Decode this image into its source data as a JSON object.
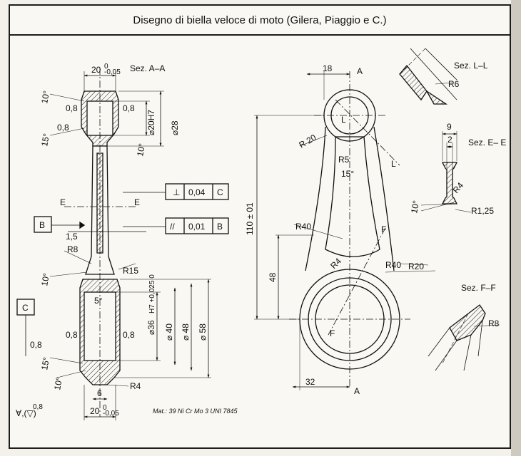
{
  "title": "Disegno di biella veloce di moto (Gilera, Piaggio e C.)",
  "material": "Mat.: 39 Ni Cr Mo 3 UNI 7845",
  "roughness_note": "∀,(▽)",
  "roughness_value": "0,8",
  "sections": {
    "aa": "Sez. A–A",
    "ll": "Sez. L–L",
    "ee": "Sez. E– E",
    "ff": "Sez. F–F"
  },
  "datums": [
    "B",
    "C"
  ],
  "tolerances": {
    "perp_symbol": "⊥",
    "perp_value": "0,04",
    "perp_ref": "C",
    "par_symbol": "//",
    "par_value": "0,01",
    "par_ref": "B"
  },
  "section_aa": {
    "top_width": "20",
    "top_width_tol": "0",
    "top_width_tol2": "-0,05",
    "bottom_width": "20",
    "bottom_width_tol": "0",
    "bottom_width_tol2": "-0,05",
    "chamfer_left": "0,8",
    "chamfer_right": "0,8",
    "chamfer_left_b": "0,8",
    "chamfer_right_b": "0,8",
    "small_bore": "⌀20H7",
    "small_outer": "⌀28",
    "big_bore": "⌀36",
    "big_bore_tol": "H7 +0,025 0",
    "big_d40": "⌀ 40",
    "big_d48": "⌀ 48",
    "big_d58": "⌀ 58",
    "angle_10a": "10°",
    "angle_15a": "15°",
    "angle_10b": "10°",
    "angle_10c": "10°",
    "angle_5": "5°",
    "angle_15b": "15°",
    "angle_10d": "10°",
    "r8": "R8",
    "r15": "R15",
    "r4": "R4",
    "dim_15": "1,5",
    "dim_6": "6",
    "sec_e": "E",
    "rough_a": "0,8",
    "rough_b": "0,8"
  },
  "front_view": {
    "dim_18": "18",
    "dim_32": "32",
    "dim_48": "48",
    "dim_110": "110 ± 01",
    "r20a": "R 20",
    "r5": "R5",
    "angle_15": "15°",
    "r40a": "R40",
    "r4": "R4",
    "r40b": "R40",
    "r20b": "R20",
    "sec_a_top": "A",
    "sec_a_bot": "A",
    "sec_l1": "L",
    "sec_l2": "L",
    "sec_f1": "F",
    "sec_f2": "F"
  },
  "section_ll": {
    "r6": "R6"
  },
  "section_ee": {
    "dim_9": "9",
    "dim_2": "2",
    "r4": "R4",
    "angle_10": "10°",
    "r125": "R1,25"
  },
  "section_ff": {
    "r8": "R8"
  }
}
